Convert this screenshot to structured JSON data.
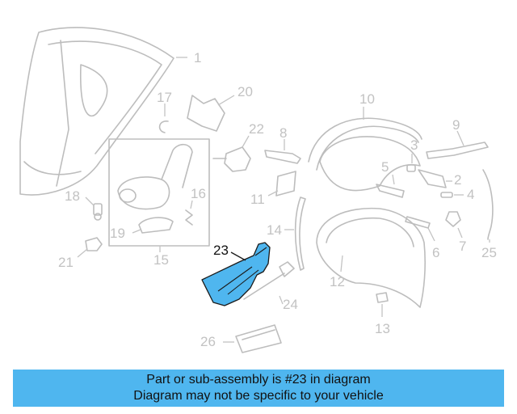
{
  "highlighted_part": "23",
  "callouts": [
    "1",
    "2",
    "3",
    "4",
    "5",
    "6",
    "7",
    "8",
    "9",
    "10",
    "11",
    "12",
    "13",
    "14",
    "15",
    "16",
    "17",
    "18",
    "19",
    "20",
    "21",
    "22",
    "23",
    "24",
    "25",
    "26"
  ],
  "banner": {
    "line1": "Part or sub-assembly is #23 in diagram",
    "line2": "Diagram may not be specific to your vehicle"
  },
  "colors": {
    "highlight": "#4fb6ef",
    "banner": "#4fb6ef",
    "line_art": "#bdbdbd"
  }
}
